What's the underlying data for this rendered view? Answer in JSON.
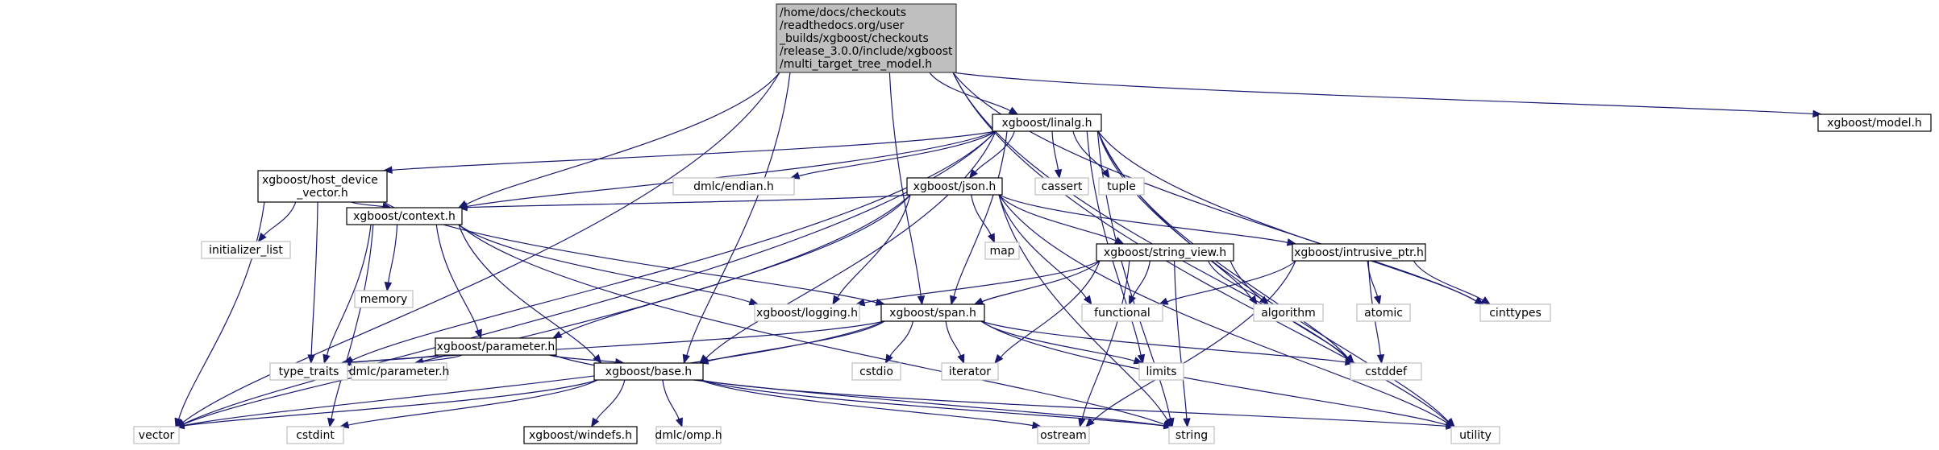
{
  "diagram": {
    "colors": {
      "edge": "#191970",
      "root_fill": "#bfbfbf",
      "root_stroke": "#404040",
      "project_stroke": "#000000",
      "system_stroke": "#bfbfbf",
      "node_fill": "#ffffff"
    },
    "nodes": [
      {
        "id": "root",
        "kind": "root",
        "lines": [
          "/home/docs/checkouts",
          "/readthedocs.org/user",
          "_builds/xgboost/checkouts",
          "/release_3.0.0/include/xgboost",
          "/multi_target_tree_model.h"
        ]
      },
      {
        "id": "linalg",
        "kind": "project",
        "lines": [
          "xgboost/linalg.h"
        ]
      },
      {
        "id": "model",
        "kind": "project",
        "lines": [
          "xgboost/model.h"
        ]
      },
      {
        "id": "hdv",
        "kind": "project",
        "lines": [
          "xgboost/host_device",
          "_vector.h"
        ]
      },
      {
        "id": "endian",
        "kind": "system",
        "lines": [
          "dmlc/endian.h"
        ]
      },
      {
        "id": "json",
        "kind": "project",
        "lines": [
          "xgboost/json.h"
        ]
      },
      {
        "id": "cassert",
        "kind": "system",
        "lines": [
          "cassert"
        ]
      },
      {
        "id": "tuple",
        "kind": "system",
        "lines": [
          "tuple"
        ]
      },
      {
        "id": "initlist",
        "kind": "system",
        "lines": [
          "initializer_list"
        ]
      },
      {
        "id": "context",
        "kind": "project",
        "lines": [
          "xgboost/context.h"
        ]
      },
      {
        "id": "map",
        "kind": "system",
        "lines": [
          "map"
        ]
      },
      {
        "id": "strview",
        "kind": "project",
        "lines": [
          "xgboost/string_view.h"
        ]
      },
      {
        "id": "intrusive",
        "kind": "project",
        "lines": [
          "xgboost/intrusive_ptr.h"
        ]
      },
      {
        "id": "memory",
        "kind": "system",
        "lines": [
          "memory"
        ]
      },
      {
        "id": "logging",
        "kind": "system",
        "lines": [
          "xgboost/logging.h"
        ]
      },
      {
        "id": "span",
        "kind": "project",
        "lines": [
          "xgboost/span.h"
        ]
      },
      {
        "id": "functional",
        "kind": "system",
        "lines": [
          "functional"
        ]
      },
      {
        "id": "algorithm",
        "kind": "system",
        "lines": [
          "algorithm"
        ]
      },
      {
        "id": "atomic",
        "kind": "system",
        "lines": [
          "atomic"
        ]
      },
      {
        "id": "cinttypes",
        "kind": "system",
        "lines": [
          "cinttypes"
        ]
      },
      {
        "id": "parameter",
        "kind": "project",
        "lines": [
          "xgboost/parameter.h"
        ]
      },
      {
        "id": "typetraits",
        "kind": "system",
        "lines": [
          "type_traits"
        ]
      },
      {
        "id": "dmlcparam",
        "kind": "system",
        "lines": [
          "dmlc/parameter.h"
        ]
      },
      {
        "id": "cstdio",
        "kind": "system",
        "lines": [
          "cstdio"
        ]
      },
      {
        "id": "iterator",
        "kind": "system",
        "lines": [
          "iterator"
        ]
      },
      {
        "id": "limits",
        "kind": "system",
        "lines": [
          "limits"
        ]
      },
      {
        "id": "cstddef",
        "kind": "system",
        "lines": [
          "cstddef"
        ]
      },
      {
        "id": "base",
        "kind": "project",
        "lines": [
          "xgboost/base.h"
        ]
      },
      {
        "id": "vector",
        "kind": "system",
        "lines": [
          "vector"
        ]
      },
      {
        "id": "cstdint",
        "kind": "system",
        "lines": [
          "cstdint"
        ]
      },
      {
        "id": "windefs",
        "kind": "project",
        "lines": [
          "xgboost/windefs.h"
        ]
      },
      {
        "id": "omp",
        "kind": "system",
        "lines": [
          "dmlc/omp.h"
        ]
      },
      {
        "id": "ostream",
        "kind": "system",
        "lines": [
          "ostream"
        ]
      },
      {
        "id": "string",
        "kind": "system",
        "lines": [
          "string"
        ]
      },
      {
        "id": "utility",
        "kind": "system",
        "lines": [
          "utility"
        ]
      }
    ],
    "edges": [
      [
        "root",
        "linalg"
      ],
      [
        "root",
        "model"
      ],
      [
        "root",
        "vector"
      ],
      [
        "root",
        "context"
      ],
      [
        "root",
        "base"
      ],
      [
        "root",
        "span"
      ],
      [
        "root",
        "cinttypes"
      ],
      [
        "root",
        "cstddef"
      ],
      [
        "root",
        "utility"
      ],
      [
        "linalg",
        "hdv"
      ],
      [
        "linalg",
        "endian"
      ],
      [
        "linalg",
        "json"
      ],
      [
        "linalg",
        "cassert"
      ],
      [
        "linalg",
        "tuple"
      ],
      [
        "linalg",
        "vector"
      ],
      [
        "linalg",
        "typetraits"
      ],
      [
        "linalg",
        "context"
      ],
      [
        "linalg",
        "base"
      ],
      [
        "linalg",
        "span"
      ],
      [
        "linalg",
        "algorithm"
      ],
      [
        "linalg",
        "cinttypes"
      ],
      [
        "linalg",
        "limits"
      ],
      [
        "linalg",
        "cstddef"
      ],
      [
        "linalg",
        "string"
      ],
      [
        "linalg",
        "utility"
      ],
      [
        "hdv",
        "initlist"
      ],
      [
        "hdv",
        "context"
      ],
      [
        "hdv",
        "vector"
      ],
      [
        "hdv",
        "typetraits"
      ],
      [
        "hdv",
        "span"
      ],
      [
        "json",
        "context"
      ],
      [
        "json",
        "map"
      ],
      [
        "json",
        "strview"
      ],
      [
        "json",
        "intrusive"
      ],
      [
        "json",
        "logging"
      ],
      [
        "json",
        "parameter"
      ],
      [
        "json",
        "functional"
      ],
      [
        "json",
        "vector"
      ],
      [
        "json",
        "string"
      ],
      [
        "json",
        "utility"
      ],
      [
        "context",
        "memory"
      ],
      [
        "context",
        "logging"
      ],
      [
        "context",
        "parameter"
      ],
      [
        "context",
        "typetraits"
      ],
      [
        "context",
        "base"
      ],
      [
        "context",
        "cstdint"
      ],
      [
        "context",
        "string"
      ],
      [
        "strview",
        "logging"
      ],
      [
        "strview",
        "span"
      ],
      [
        "strview",
        "functional"
      ],
      [
        "strview",
        "algorithm"
      ],
      [
        "strview",
        "iterator"
      ],
      [
        "strview",
        "cstddef"
      ],
      [
        "strview",
        "ostream"
      ],
      [
        "strview",
        "string"
      ],
      [
        "intrusive",
        "functional"
      ],
      [
        "intrusive",
        "atomic"
      ],
      [
        "intrusive",
        "cinttypes"
      ],
      [
        "intrusive",
        "cstddef"
      ],
      [
        "intrusive",
        "ostream"
      ],
      [
        "span",
        "base"
      ],
      [
        "span",
        "typetraits"
      ],
      [
        "span",
        "cstdio"
      ],
      [
        "span",
        "iterator"
      ],
      [
        "span",
        "limits"
      ],
      [
        "span",
        "cstddef"
      ],
      [
        "span",
        "vector"
      ],
      [
        "span",
        "utility"
      ],
      [
        "parameter",
        "typetraits"
      ],
      [
        "parameter",
        "dmlcparam"
      ],
      [
        "parameter",
        "base"
      ],
      [
        "parameter",
        "string"
      ],
      [
        "base",
        "windefs"
      ],
      [
        "base",
        "omp"
      ],
      [
        "base",
        "vector"
      ],
      [
        "base",
        "cstdint"
      ],
      [
        "base",
        "ostream"
      ],
      [
        "base",
        "string"
      ],
      [
        "base",
        "utility"
      ]
    ]
  }
}
